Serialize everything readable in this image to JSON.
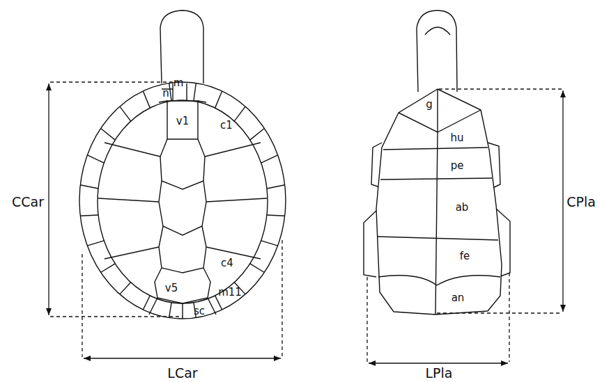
{
  "diagram": {
    "labels": [
      "n",
      "m",
      "v1",
      "c1",
      "c4",
      "v5",
      "m11",
      "sc",
      "CCar",
      "LCar",
      "g",
      "hu",
      "pe",
      "ab",
      "fe",
      "an",
      "CPla",
      "LPla"
    ]
  }
}
